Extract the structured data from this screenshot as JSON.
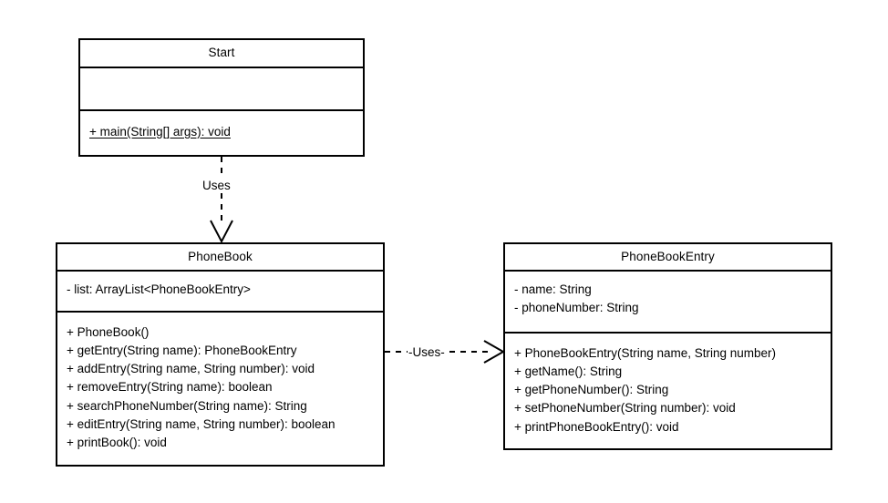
{
  "diagram": {
    "type": "uml-class-diagram",
    "background_color": "#ffffff",
    "line_color": "#000000",
    "classes": [
      {
        "id": "start",
        "name": "Start",
        "attributes": [],
        "operations": [
          {
            "text": "+ main(String[] args): void",
            "static": true
          }
        ]
      },
      {
        "id": "phonebook",
        "name": "PhoneBook",
        "attributes": [
          {
            "text": "- list: ArrayList<PhoneBookEntry>"
          }
        ],
        "operations": [
          {
            "text": "+ PhoneBook()",
            "static": false
          },
          {
            "text": "+ getEntry(String name): PhoneBookEntry",
            "static": false
          },
          {
            "text": "+ addEntry(String name, String number): void",
            "static": false
          },
          {
            "text": "+ removeEntry(String name): boolean",
            "static": false
          },
          {
            "text": "+ searchPhoneNumber(String name): String",
            "static": false
          },
          {
            "text": "+ editEntry(String name, String number): boolean",
            "static": false
          },
          {
            "text": "+ printBook(): void",
            "static": false
          }
        ]
      },
      {
        "id": "entry",
        "name": "PhoneBookEntry",
        "attributes": [
          {
            "text": "- name: String"
          },
          {
            "text": "- phoneNumber: String"
          }
        ],
        "operations": [
          {
            "text": "+ PhoneBookEntry(String name, String number)",
            "static": false
          },
          {
            "text": "+ getName(): String",
            "static": false
          },
          {
            "text": "+ getPhoneNumber(): String",
            "static": false
          },
          {
            "text": "+ setPhoneNumber(String number): void",
            "static": false
          },
          {
            "text": "+ printPhoneBookEntry(): void",
            "static": false
          }
        ]
      }
    ],
    "relationships": [
      {
        "id": "start-uses-phonebook",
        "kind": "dependency",
        "label": "Uses",
        "from": "start",
        "to": "phonebook",
        "direction": "vertical",
        "style": "dashed",
        "arrowhead": "open"
      },
      {
        "id": "phonebook-uses-entry",
        "kind": "dependency",
        "label": "-Uses-",
        "from": "phonebook",
        "to": "entry",
        "direction": "horizontal",
        "style": "dashed",
        "arrowhead": "open"
      }
    ]
  }
}
